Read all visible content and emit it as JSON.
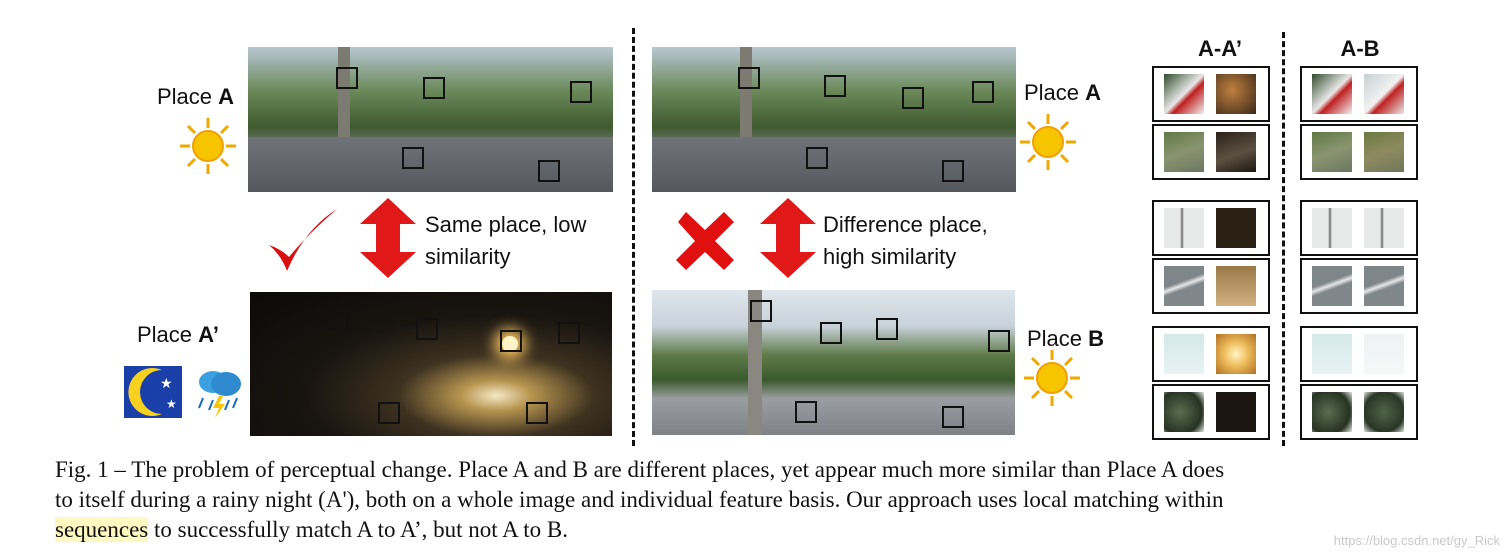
{
  "left_panel": {
    "place_a_prefix": "Place ",
    "place_a_letter": "A",
    "place_a2_prefix": "Place ",
    "place_a2_letter": "A’",
    "note_line1": "Same place, low",
    "note_line2": "similarity"
  },
  "middle_panel": {
    "place_a_prefix": "Place ",
    "place_a_letter": "A",
    "place_b_prefix": "Place ",
    "place_b_letter": "B",
    "note_line1": "Difference place,",
    "note_line2": "high similarity"
  },
  "patch_columns": {
    "header_left": "A-A’",
    "header_right": "A-B"
  },
  "caption": {
    "line1": "Fig. 1 – The problem of perceptual change. Place A and B are different places, yet appear much more similar than Place A does",
    "line2": "to itself during a rainy night (A'), both on a whole image and individual feature basis. Our approach uses local matching within",
    "highlight": "sequences",
    "line3_rest": " to successfully match A to A’, but not A to B."
  },
  "watermark": "https://blog.csdn.net/gy_Rick",
  "colors": {
    "arrow": "#e01818",
    "check": "#d81010",
    "cross": "#e01010",
    "sun": "#f7c400",
    "highlight": "#fff8c0"
  }
}
